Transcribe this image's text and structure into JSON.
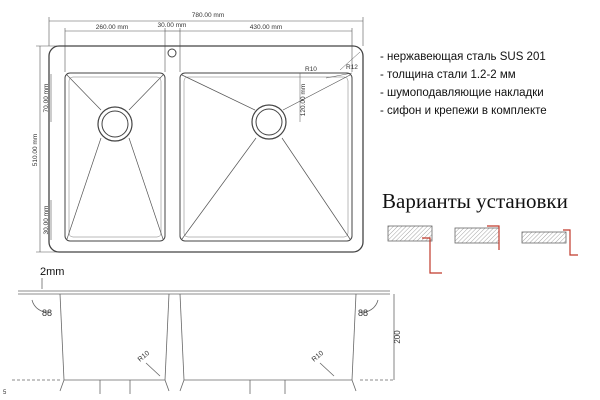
{
  "dimensions": {
    "overall_width": "780.00 mm",
    "left_bowl_width": "260.00 mm",
    "divider_width": "30.00 mm",
    "right_bowl_width": "430.00 mm",
    "overall_height": "510.00 mm",
    "top_margin": "70.00 mm",
    "bottom_margin": "30.00 mm",
    "drain_offset": "120.00 mm",
    "radius_inner": "R10",
    "radius_outer": "R12"
  },
  "specs": [
    "- нержавеющая сталь SUS 201",
    "- толщина стали 1.2-2 мм",
    "- шумоподавляющие накладки",
    "- сифон и крепежи в комплекте"
  ],
  "variants_title": "Варианты установки",
  "section": {
    "thickness_label": "2mm",
    "angle_left": "88",
    "angle_right": "88",
    "depth": "200",
    "radius_left": "R10",
    "radius_right": "R10",
    "side_mark": "5"
  },
  "colors": {
    "outline": "#555555",
    "hatch": "#666666",
    "countertop_line": "#c0392b"
  }
}
